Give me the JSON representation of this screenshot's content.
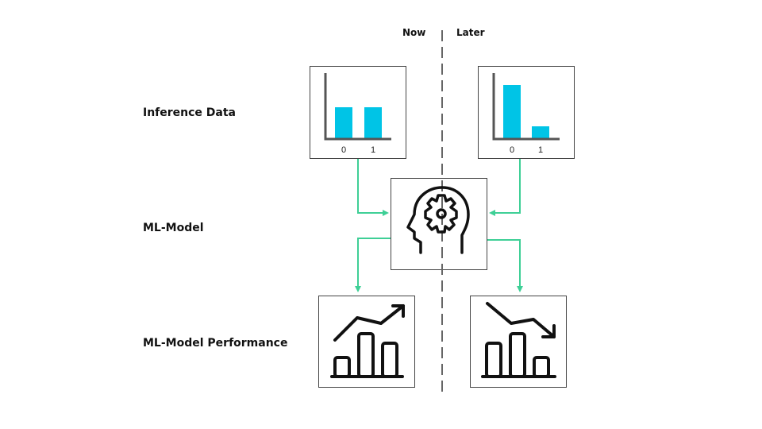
{
  "columns": {
    "now": "Now",
    "later": "Later"
  },
  "rows": {
    "inference": "Inference Data",
    "model": "ML-Model",
    "performance": "ML-Model Performance"
  },
  "colors": {
    "bar": "#00c4e6",
    "arrow": "#3ecf96",
    "icon": "#111111",
    "divider": "#666666"
  },
  "icons": {
    "model": "head-gear-icon",
    "performance_now": "chart-trending-up-icon",
    "performance_later": "chart-trending-down-icon"
  },
  "chart_data": [
    {
      "type": "bar",
      "title": "Inference Data (Now)",
      "categories": [
        "0",
        "1"
      ],
      "values": [
        0.5,
        0.5
      ],
      "ylim": [
        0,
        1
      ]
    },
    {
      "type": "bar",
      "title": "Inference Data (Later)",
      "categories": [
        "0",
        "1"
      ],
      "values": [
        0.85,
        0.2
      ],
      "ylim": [
        0,
        1
      ]
    }
  ]
}
